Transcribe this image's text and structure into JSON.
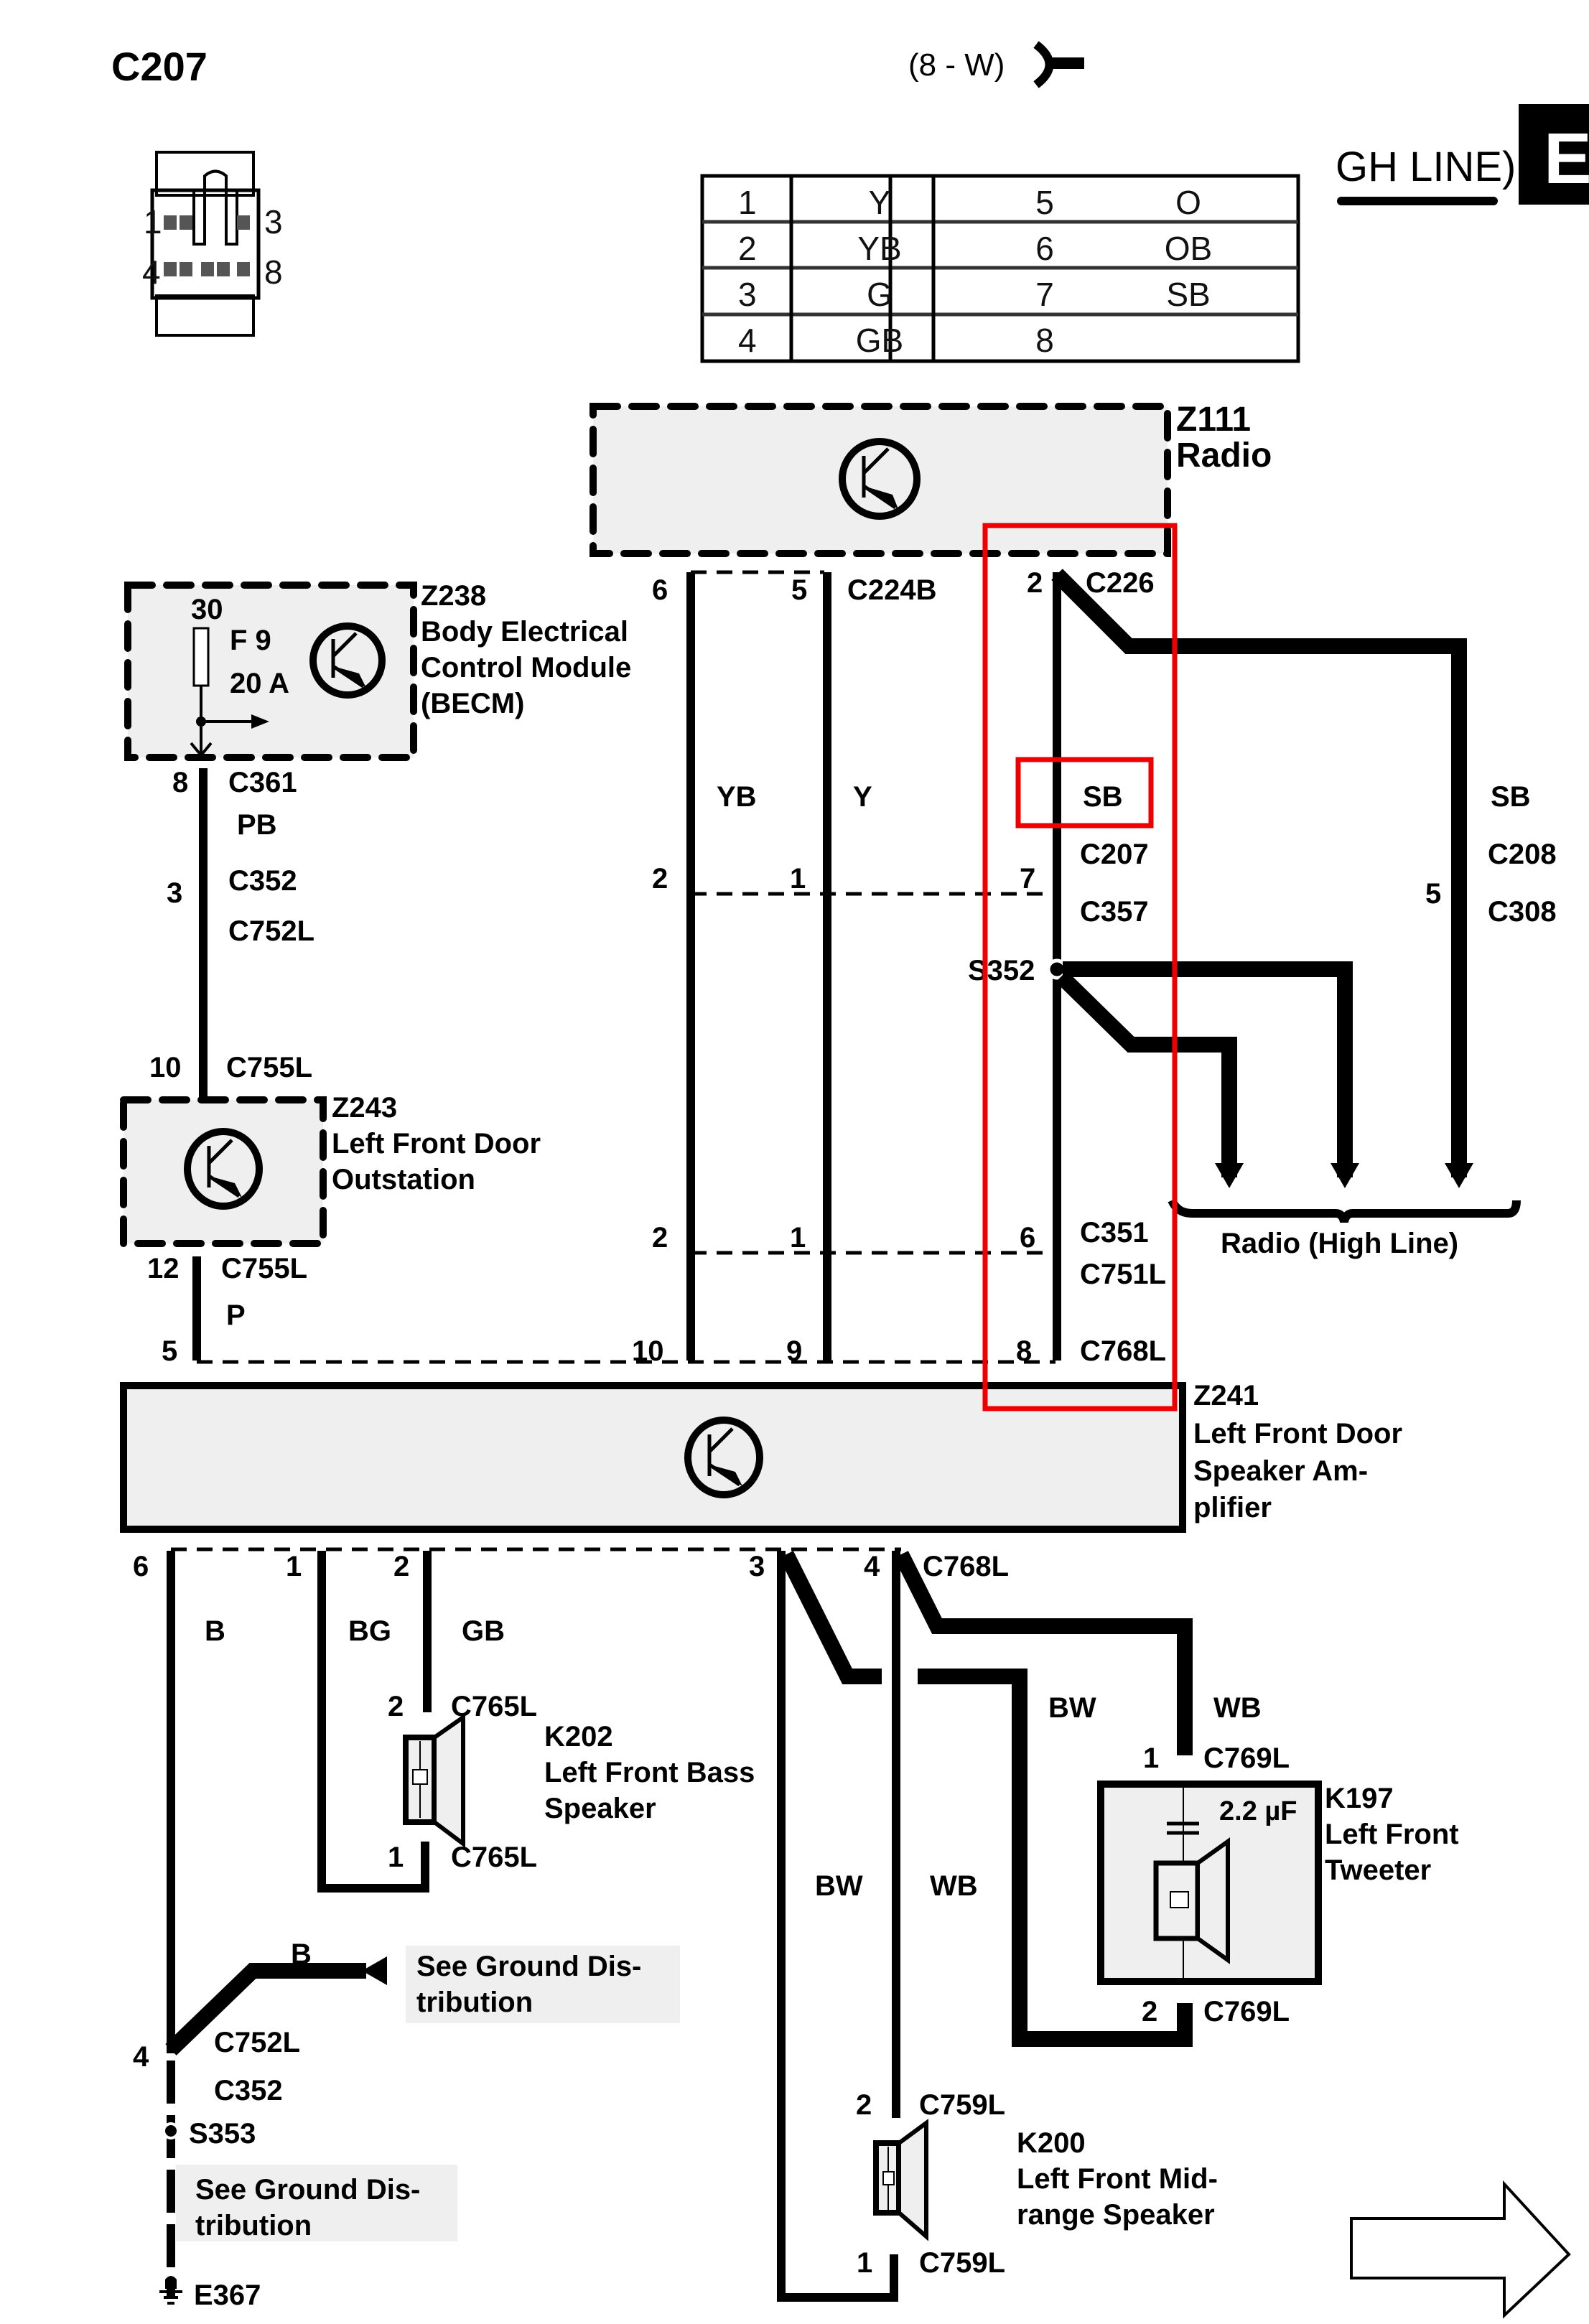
{
  "header": {
    "connector_id": "C207",
    "connector_spec": "(8 - W)",
    "section_title_fragment": "GH LINE)",
    "section_badge": "E"
  },
  "pin_table": {
    "rows": [
      {
        "pin_a": "1",
        "color_a": "Y",
        "pin_b": "5",
        "color_b": "O"
      },
      {
        "pin_a": "2",
        "color_a": "YB",
        "pin_b": "6",
        "color_b": "OB"
      },
      {
        "pin_a": "3",
        "color_a": "G",
        "pin_b": "7",
        "color_b": "SB"
      },
      {
        "pin_a": "4",
        "color_a": "GB",
        "pin_b": "8",
        "color_b": ""
      }
    ]
  },
  "connector_drawing": {
    "pin_labels": {
      "top_left": "1",
      "top_right": "3",
      "bottom_left": "4",
      "bottom_right": "8"
    }
  },
  "components": {
    "radio": {
      "id": "Z111",
      "name": "Radio"
    },
    "becm": {
      "id": "Z238",
      "name_lines": [
        "Body Electrical",
        "Control Module",
        "(BECM)"
      ],
      "terminal": "30",
      "fuse": "F 9",
      "fuse_rating": "20 A"
    },
    "door_outstation": {
      "id": "Z243",
      "name_lines": [
        "Left Front Door",
        "Outstation"
      ]
    },
    "amplifier": {
      "id": "Z241",
      "name_lines": [
        "Left Front Door",
        "Speaker Am-",
        "plifier"
      ]
    },
    "bass_speaker": {
      "id": "K202",
      "name_lines": [
        "Left Front Bass",
        "Speaker"
      ]
    },
    "tweeter": {
      "id": "K197",
      "name_lines": [
        "Left Front",
        "Tweeter"
      ],
      "capacitor": "2.2 µF"
    },
    "midrange_speaker": {
      "id": "K200",
      "name_lines": [
        "Left Front Mid-",
        "range Speaker"
      ]
    },
    "ground": {
      "id": "E367"
    },
    "splice_s352": {
      "id": "S352"
    },
    "splice_s353": {
      "id": "S353"
    }
  },
  "connectors": {
    "c224b": {
      "id": "C224B",
      "pins": [
        "6",
        "5"
      ]
    },
    "c226": {
      "id": "C226",
      "pin": "2"
    },
    "c361": {
      "id": "C361",
      "pin": "8"
    },
    "c352_top": {
      "id": "C352",
      "pin": "3"
    },
    "c752l_top": {
      "id": "C752L"
    },
    "c755l_top": {
      "id": "C755L",
      "pin": "10"
    },
    "c755l_bot": {
      "id": "C755L",
      "pin": "12"
    },
    "c207": {
      "id": "C207"
    },
    "c357": {
      "id": "C357",
      "pins": [
        "2",
        "1",
        "7"
      ]
    },
    "c208": {
      "id": "C208"
    },
    "c308": {
      "id": "C308",
      "pin": "5"
    },
    "c351": {
      "id": "C351",
      "pins": [
        "2",
        "1",
        "6"
      ]
    },
    "c751l": {
      "id": "C751L"
    },
    "c768l_top": {
      "id": "C768L",
      "pins": [
        "5",
        "10",
        "9",
        "8"
      ]
    },
    "c768l_bot": {
      "id": "C768L",
      "pins": [
        "6",
        "1",
        "2",
        "3",
        "4"
      ]
    },
    "c765l_top": {
      "id": "C765L",
      "pin": "2"
    },
    "c765l_bot": {
      "id": "C765L",
      "pin": "1"
    },
    "c769l_top": {
      "id": "C769L",
      "pin": "1"
    },
    "c769l_bot": {
      "id": "C769L",
      "pin": "2"
    },
    "c759l_top": {
      "id": "C759L",
      "pin": "2"
    },
    "c759l_bot": {
      "id": "C759L",
      "pin": "1"
    },
    "c752l_bot": {
      "id": "C752L",
      "pin": "4"
    },
    "c352_bot": {
      "id": "C352"
    }
  },
  "wire_colors": {
    "pb": "PB",
    "p": "P",
    "yb": "YB",
    "y": "Y",
    "sb_left": "SB",
    "sb_right": "SB",
    "b": "B",
    "bg": "BG",
    "gb": "GB",
    "bw_left": "BW",
    "wb_left": "WB",
    "bw_right": "BW",
    "wb_right": "WB",
    "b_ground": "B"
  },
  "notes": {
    "radio_high_line": "Radio (High Line)",
    "ground_dist_1_line1": "See Ground Dis-",
    "ground_dist_1_line2": "tribution",
    "ground_dist_2_line1": "See Ground Dis-",
    "ground_dist_2_line2": "tribution"
  },
  "highlight": {
    "color": "#ee0000",
    "focus_wire_color": "SB"
  },
  "navigation": {
    "next_page_arrow": "next-page"
  }
}
